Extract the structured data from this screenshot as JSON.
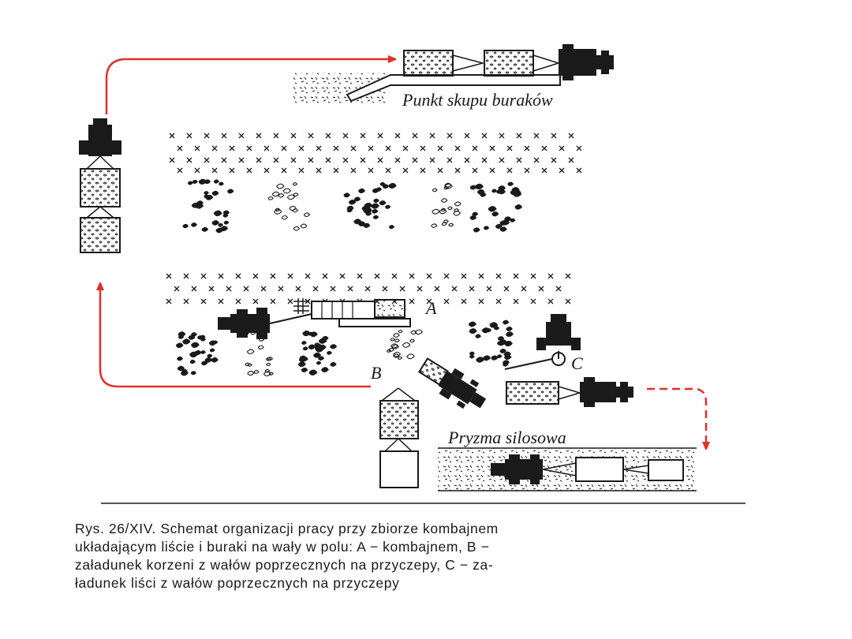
{
  "colors": {
    "route_arrow": "#e0302a",
    "ink": "#1a1a1a",
    "background": "#ffffff"
  },
  "labels": {
    "collection_point": "Punkt skupu buraków",
    "silage_pile": "Pryzma silosowa",
    "marker_a": "A",
    "marker_b": "B",
    "marker_c": "C"
  },
  "caption": {
    "lines": [
      "Rys. 26/XIV. Schemat organizacji pracy przy zbiorze kombajnem",
      "układającym liście i buraki na wały w polu: A − kombajnem, B −",
      "załadunek korzeni z wałów poprzecznych na przyczepy, C − za-",
      "ładunek liści z wałów poprzecznych na przyczepy"
    ]
  }
}
